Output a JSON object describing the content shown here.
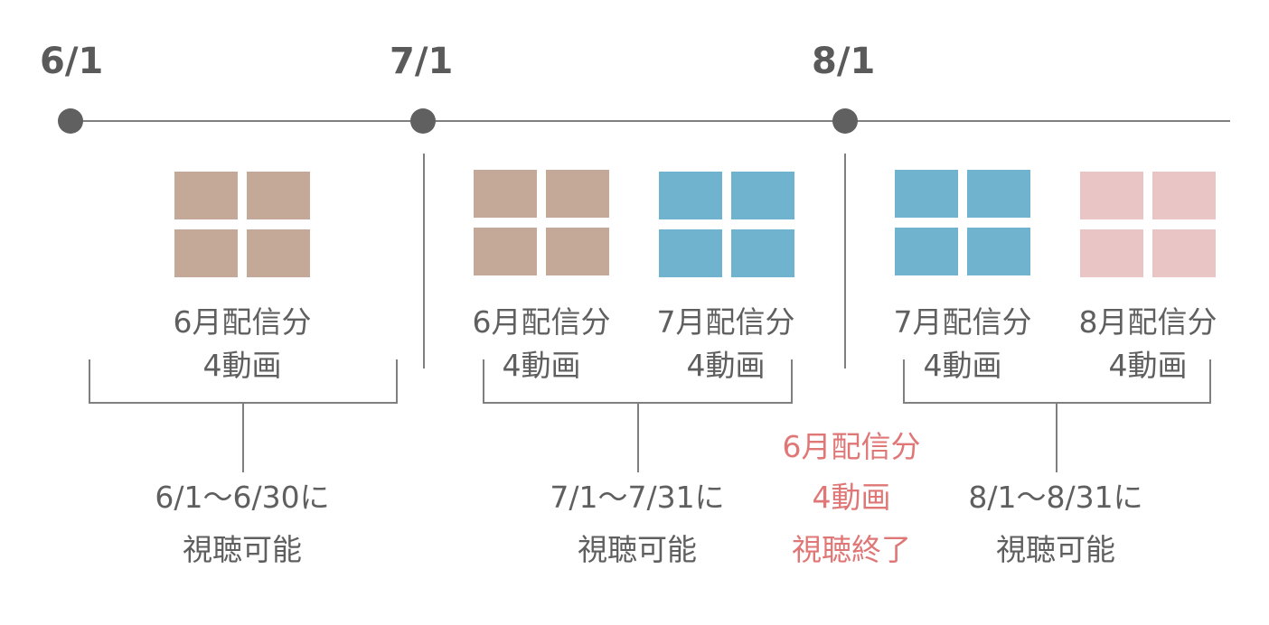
{
  "timeline": {
    "dates": [
      "6/1",
      "7/1",
      "8/1"
    ]
  },
  "colors": {
    "june": "#c4a999",
    "july": "#6fb3cf",
    "august": "#e9c5c5",
    "text": "#5f5f5f",
    "ended": "#e07777"
  },
  "blocks": [
    {
      "color_key": "june",
      "line1": "6月配信分",
      "line2": "4動画"
    },
    {
      "color_key": "june",
      "line1": "6月配信分",
      "line2": "4動画"
    },
    {
      "color_key": "july",
      "line1": "7月配信分",
      "line2": "4動画"
    },
    {
      "color_key": "july",
      "line1": "7月配信分",
      "line2": "4動画"
    },
    {
      "color_key": "august",
      "line1": "8月配信分",
      "line2": "4動画"
    }
  ],
  "periods": [
    {
      "line1": "6/1〜6/30に",
      "line2": "視聴可能"
    },
    {
      "line1": "7/1〜7/31に",
      "line2": "視聴可能"
    },
    {
      "line1": "8/1〜8/31に",
      "line2": "視聴可能"
    }
  ],
  "ended_note": {
    "line1": "6月配信分",
    "line2": "4動画",
    "line3": "視聴終了"
  }
}
